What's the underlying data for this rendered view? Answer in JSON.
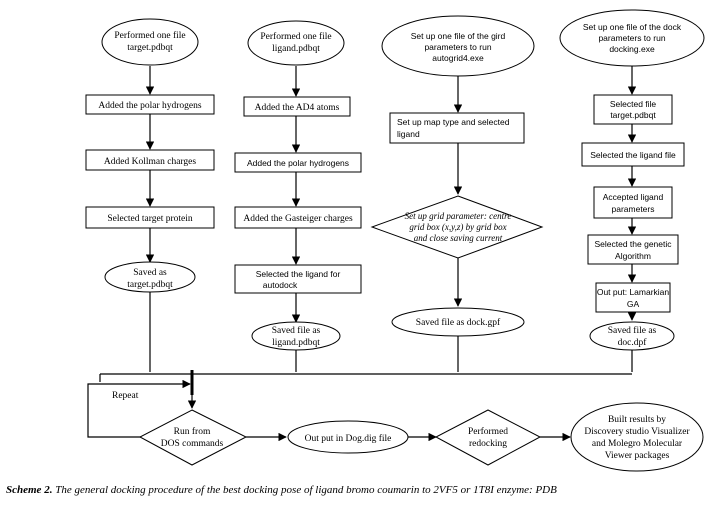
{
  "colors": {
    "stroke": "#000000",
    "fill": "#ffffff"
  },
  "col1": {
    "start": [
      "Performed one file",
      "target.pdbqt"
    ],
    "step1": "Added the polar hydrogens",
    "step2": "Added Kollman charges",
    "step3": "Selected target protein",
    "end": [
      "Saved as",
      "target.pdbqt"
    ]
  },
  "col2": {
    "start": [
      "Performed one file",
      "ligand.pdbqt"
    ],
    "step1": "Added the AD4 atoms",
    "step2": "Added the polar hydrogens",
    "step3": "Added the Gasteiger charges",
    "step4": [
      "Selected the ligand for",
      "autodock"
    ],
    "end": [
      "Saved file as",
      "ligand.pdbqt"
    ]
  },
  "col3": {
    "start": [
      "Set up one file of the gird",
      "parameters to run",
      "autogrid4.exe"
    ],
    "step1": [
      "Set up map type and selected",
      "ligand"
    ],
    "decision": [
      "Set up grid parameter: centre",
      "grid box (x,y,z) by grid box",
      "and close saving current"
    ],
    "end": "Saved file as dock.gpf"
  },
  "col4": {
    "start": [
      "Set up one file of the dock",
      "parameters to run",
      "docking.exe"
    ],
    "step1": [
      "Selected file",
      "target.pdbqt"
    ],
    "step2": "Selected the ligand file",
    "step3": [
      "Accepted ligand",
      "parameters"
    ],
    "step4": [
      "Selected the genetic",
      "Algorithm"
    ],
    "step5": [
      "Out put: Lamarkian",
      "GA"
    ],
    "end": [
      "Saved file as",
      "doc.dpf"
    ]
  },
  "bottom": {
    "repeat": "Repeat",
    "run": [
      "Run from",
      "DOS commands"
    ],
    "output": "Out put in Dog.dig file",
    "redock": [
      "Performed",
      "redocking"
    ],
    "result": [
      "Built  results by",
      "Discovery studio Visualizer",
      "and Molegro Molecular",
      "Viewer packages"
    ]
  },
  "caption": {
    "label": "Scheme 2.",
    "text": "The general docking procedure of the best docking pose of ligand bromo coumarin to 2VF5 or 1T8I enzyme: PDB"
  }
}
